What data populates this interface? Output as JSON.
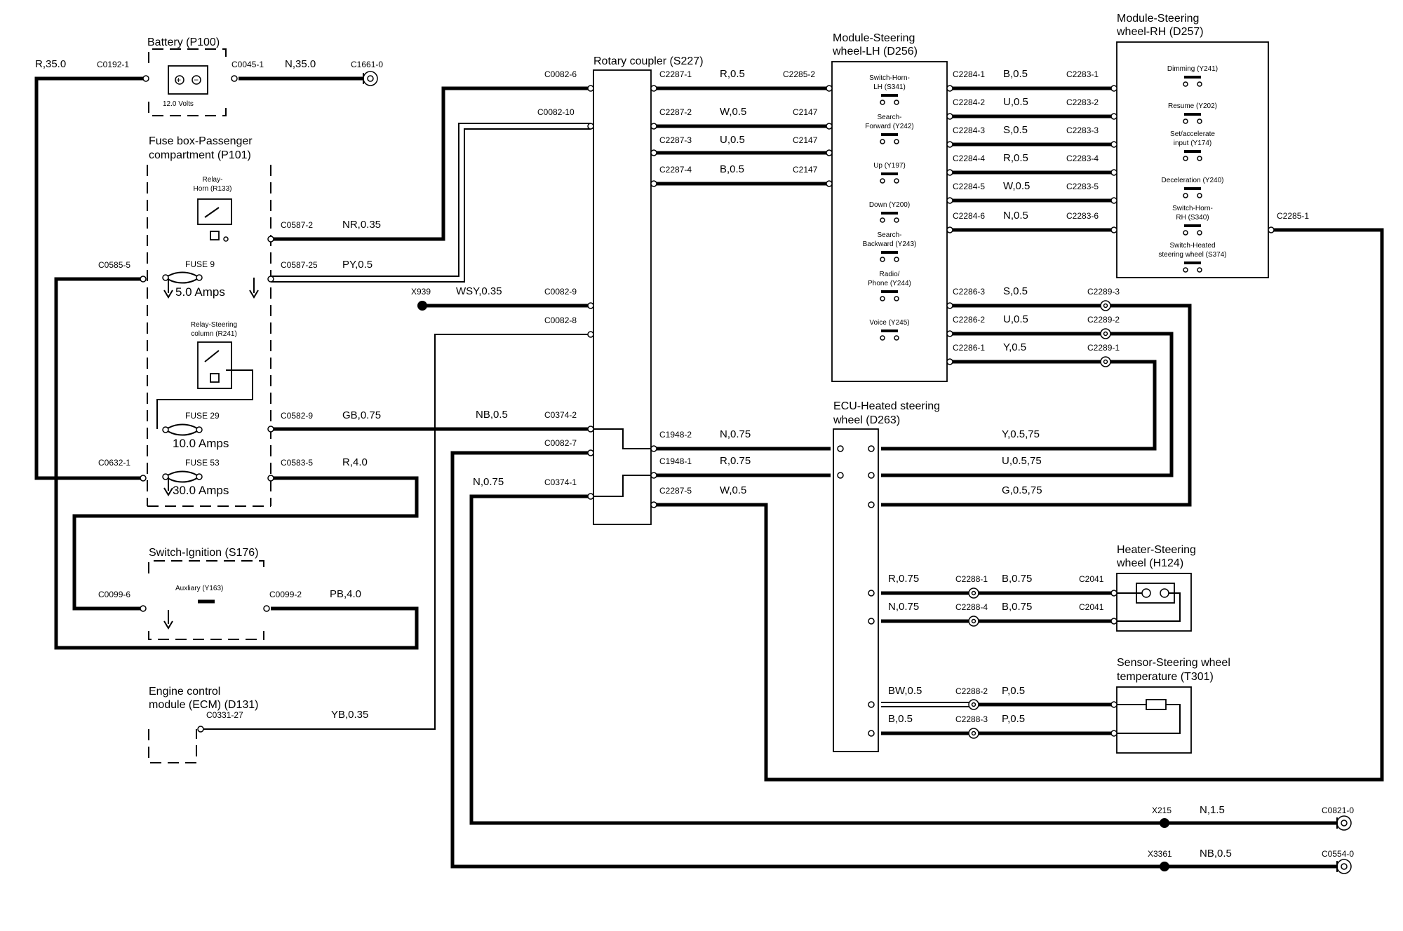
{
  "components": {
    "battery": {
      "title": "Battery (P100)",
      "voltage": "12.0 Volts"
    },
    "fusebox": {
      "title_line1": "Fuse box-Passenger",
      "title_line2": "compartment (P101)"
    },
    "relay_horn": {
      "label_line1": "Relay-",
      "label_line2": "Horn (R133)"
    },
    "relay_steering": {
      "label_line1": "Relay-Steering",
      "label_line2": "column (R241)"
    },
    "fuse9": {
      "label": "FUSE 9",
      "rating": "5.0 Amps"
    },
    "fuse29": {
      "label": "FUSE 29",
      "rating": "10.0 Amps"
    },
    "fuse53": {
      "label": "FUSE 53",
      "rating": "30.0 Amps"
    },
    "ignition": {
      "title": "Switch-Ignition (S176)",
      "contact": "Auxliary (Y163)"
    },
    "ecm": {
      "title_line1": "Engine control",
      "title_line2": "module (ECM) (D131)"
    },
    "rotary": {
      "title": "Rotary coupler (S227)"
    },
    "module_lh": {
      "title_line1": "Module-Steering",
      "title_line2": "wheel-LH (D256)",
      "switches": [
        {
          "line1": "Switch-Horn-",
          "line2": "LH (S341)"
        },
        {
          "line1": "Search-",
          "line2": "Forward (Y242)"
        },
        {
          "line1": "",
          "line2": "Up (Y197)"
        },
        {
          "line1": "",
          "line2": "Down (Y200)"
        },
        {
          "line1": "Search-",
          "line2": "Backward (Y243)"
        },
        {
          "line1": "Radio/",
          "line2": "Phone (Y244)"
        },
        {
          "line1": "",
          "line2": "Voice (Y245)"
        }
      ]
    },
    "module_rh": {
      "title_line1": "Module-Steering",
      "title_line2": "wheel-RH (D257)",
      "switches": [
        {
          "line1": "",
          "line2": "Dimming (Y241)"
        },
        {
          "line1": "",
          "line2": "Resume (Y202)"
        },
        {
          "line1": "Set/accelerate",
          "line2": "input (Y174)"
        },
        {
          "line1": "",
          "line2": "Deceleration (Y240)"
        },
        {
          "line1": "Switch-Horn-",
          "line2": "RH (S340)"
        },
        {
          "line1": "Switch-Heated",
          "line2": "steering wheel (S374)"
        }
      ]
    },
    "ecu_heated": {
      "title_line1": "ECU-Heated steering",
      "title_line2": "wheel (D263)"
    },
    "heater": {
      "title_line1": "Heater-Steering",
      "title_line2": "wheel (H124)"
    },
    "sensor": {
      "title_line1": "Sensor-Steering wheel",
      "title_line2": "temperature (T301)"
    }
  },
  "connectors": {
    "c0192_1": "C0192-1",
    "c0045_1": "C0045-1",
    "c1661_0": "C1661-0",
    "c0587_2": "C0587-2",
    "c0585_5": "C0585-5",
    "c0587_25": "C0587-25",
    "c0582_9": "C0582-9",
    "c0632_1": "C0632-1",
    "c0583_5": "C0583-5",
    "c0099_6": "C0099-6",
    "c0099_2": "C0099-2",
    "c0331_27": "C0331-27",
    "x939": "X939",
    "c0082_6": "C0082-6",
    "c0082_10": "C0082-10",
    "c0082_9": "C0082-9",
    "c0082_8": "C0082-8",
    "c0374_2": "C0374-2",
    "c0082_7": "C0082-7",
    "c0374_1": "C0374-1",
    "c2287_1": "C2287-1",
    "c2287_2": "C2287-2",
    "c2287_3": "C2287-3",
    "c2287_4": "C2287-4",
    "c2287_5": "C2287-5",
    "c1948_2": "C1948-2",
    "c1948_1": "C1948-1",
    "c2285_2": "C2285-2",
    "c2147a": "C2147",
    "c2147b": "C2147",
    "c2147c": "C2147",
    "c2284_1": "C2284-1",
    "c2284_2": "C2284-2",
    "c2284_3": "C2284-3",
    "c2284_4": "C2284-4",
    "c2284_5": "C2284-5",
    "c2284_6": "C2284-6",
    "c2283_1": "C2283-1",
    "c2283_2": "C2283-2",
    "c2283_3": "C2283-3",
    "c2283_4": "C2283-4",
    "c2283_5": "C2283-5",
    "c2283_6": "C2283-6",
    "c2285_1": "C2285-1",
    "c2286_3": "C2286-3",
    "c2286_2": "C2286-2",
    "c2286_1": "C2286-1",
    "c2289_3": "C2289-3",
    "c2289_2": "C2289-2",
    "c2289_1": "C2289-1",
    "c2288_1": "C2288-1",
    "c2288_4": "C2288-4",
    "c2288_2": "C2288-2",
    "c2288_3": "C2288-3",
    "c2041a": "C2041",
    "c2041b": "C2041",
    "x215": "X215",
    "x3361": "X3361",
    "c0821_0": "C0821-0",
    "c0554_0": "C0554-0"
  },
  "wires": {
    "r35": "R,35.0",
    "n35": "N,35.0",
    "nr035": "NR,0.35",
    "py05": "PY,0.5",
    "wsy035": "WSY,0.35",
    "gb075": "GB,0.75",
    "nb05a": "NB,0.5",
    "r40": "R,4.0",
    "n075a": "N,0.75",
    "pb40": "PB,4.0",
    "yb035": "YB,0.35",
    "rot_r05": "R,0.5",
    "rot_w05": "W,0.5",
    "rot_u05": "U,0.5",
    "rot_b05": "B,0.5",
    "rot_n075": "N,0.75",
    "rot_r075": "R,0.75",
    "rot_w05b": "W,0.5",
    "b05": "B,0.5",
    "u05": "U,0.5",
    "s05": "S,0.5",
    "r05": "R,0.5",
    "w05": "W,0.5",
    "n05": "N,0.5",
    "s05b": "S,0.5",
    "u05b": "U,0.5",
    "y05": "Y,0.5",
    "y0575": "Y,0.5,75",
    "u0575": "U,0.5,75",
    "g0575": "G,0.5,75",
    "r075": "R,0.75",
    "b075a": "B,0.75",
    "n075b": "N,0.75",
    "b075b": "B,0.75",
    "bw05": "BW,0.5",
    "p05a": "P,0.5",
    "b05b": "B,0.5",
    "p05b": "P,0.5",
    "n15": "N,1.5",
    "nb05b": "NB,0.5"
  }
}
